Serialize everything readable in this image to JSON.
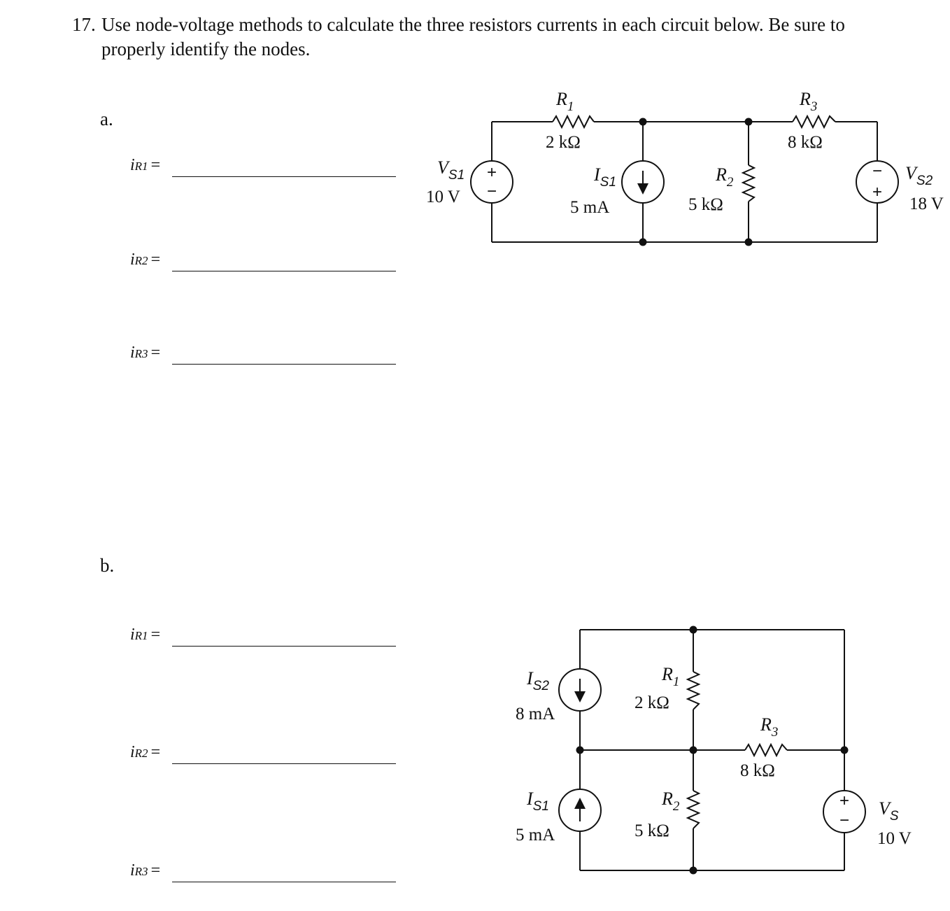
{
  "problem": {
    "number": "17.",
    "text": "Use node-voltage methods to calculate the three resistors currents in each circuit below. Be sure to properly identify the nodes."
  },
  "parts": {
    "a": {
      "label": "a.",
      "answers": [
        {
          "var": "i",
          "sub": "R1",
          "eq": "="
        },
        {
          "var": "i",
          "sub": "R2",
          "eq": "="
        },
        {
          "var": "i",
          "sub": "R3",
          "eq": "="
        }
      ],
      "circuit": {
        "R1": {
          "name": "R",
          "sub": "1",
          "value": "2 kΩ"
        },
        "R2": {
          "name": "R",
          "sub": "2",
          "value": "5 kΩ"
        },
        "R3": {
          "name": "R",
          "sub": "3",
          "value": "8 kΩ"
        },
        "VS1": {
          "name": "V",
          "sub": "S1",
          "value": "10 V",
          "plus": "+",
          "minus": "−"
        },
        "VS2": {
          "name": "V",
          "sub": "S2",
          "value": "18 V",
          "plus": "+",
          "minus": "−"
        },
        "IS1": {
          "name": "I",
          "sub": "S1",
          "value": "5 mA"
        }
      }
    },
    "b": {
      "label": "b.",
      "answers": [
        {
          "var": "i",
          "sub": "R1",
          "eq": "="
        },
        {
          "var": "i",
          "sub": "R2",
          "eq": "="
        },
        {
          "var": "i",
          "sub": "R3",
          "eq": "="
        }
      ],
      "circuit": {
        "R1": {
          "name": "R",
          "sub": "1",
          "value": "2 kΩ"
        },
        "R2": {
          "name": "R",
          "sub": "2",
          "value": "5 kΩ"
        },
        "R3": {
          "name": "R",
          "sub": "3",
          "value": "8 kΩ"
        },
        "IS2": {
          "name": "I",
          "sub": "S2",
          "value": "8 mA"
        },
        "IS1": {
          "name": "I",
          "sub": "S1",
          "value": "5 mA"
        },
        "VS": {
          "name": "V",
          "sub": "S",
          "value": "10 V",
          "plus": "+",
          "minus": "−"
        }
      }
    }
  }
}
